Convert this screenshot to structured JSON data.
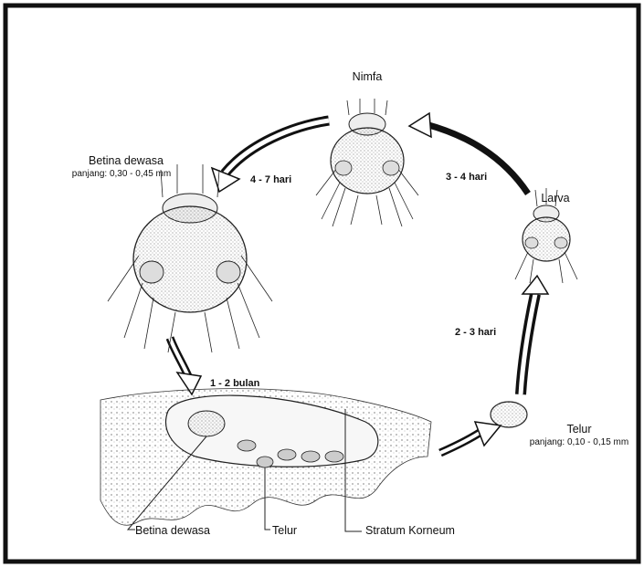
{
  "stages": {
    "nymph": {
      "title": "Nimfa"
    },
    "larva": {
      "title": "Larva"
    },
    "adult": {
      "title": "Betina dewasa",
      "size": "panjang: 0,30 - 0,45 mm"
    },
    "egg": {
      "title": "Telur",
      "size": "panjang: 0,10 - 0,15 mm"
    }
  },
  "durations": {
    "adult_to_skin": "1 - 2 bulan",
    "egg_to_larva": "2 - 3 hari",
    "larva_to_nymph": "3 - 4 hari",
    "nymph_to_adult": "4 - 7 hari"
  },
  "skin_labels": {
    "adult": "Betina dewasa",
    "egg": "Telur",
    "stratum": "Stratum Korneum"
  }
}
